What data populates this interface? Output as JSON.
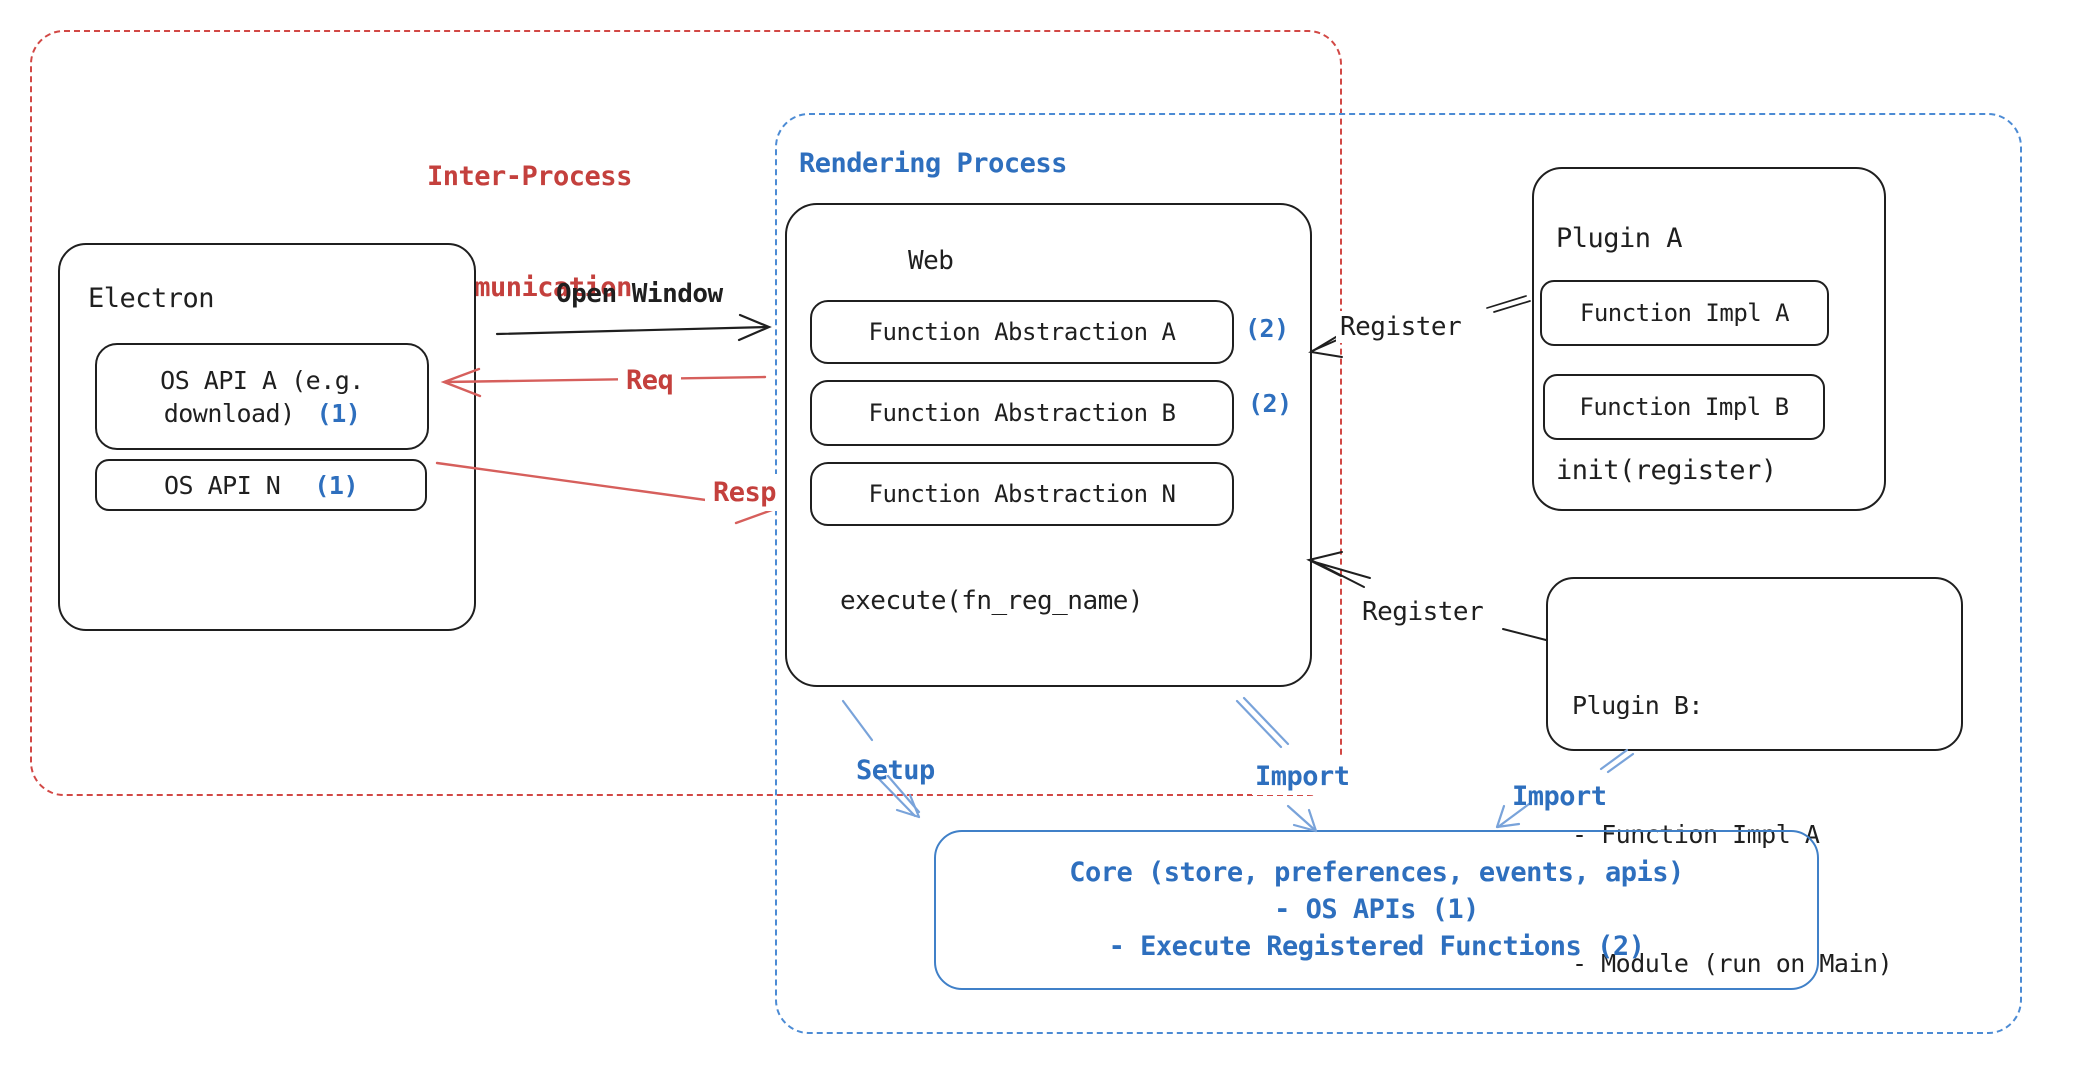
{
  "regions": {
    "ipc": {
      "line1": "Inter-Process",
      "line2": "Communication"
    },
    "rendering": {
      "label": "Rendering Process"
    }
  },
  "electron": {
    "title": "Electron",
    "api_a_line1": "OS API A (e.g.",
    "api_a_line2": "download)",
    "api_a_ref": "(1)",
    "api_n": "OS API N",
    "api_n_ref": "(1)"
  },
  "web": {
    "title": "Web",
    "abstraction_a": "Function Abstraction A",
    "abstraction_a_ref": "(2)",
    "abstraction_b": "Function Abstraction B",
    "abstraction_b_ref": "(2)",
    "abstraction_n": "Function Abstraction N",
    "execute": "execute(fn_reg_name)"
  },
  "plugin_a": {
    "title": "Plugin A",
    "impl_a": "Function Impl A",
    "impl_b": "Function Impl B",
    "init": "init(register)"
  },
  "plugin_b": {
    "title": "Plugin B:",
    "item_1": "- Function Impl A",
    "item_2": "- Module (run on Main)"
  },
  "core": {
    "line1": "Core (store, preferences, events, apis)",
    "line2": "- OS APIs (1)",
    "line3": "- Execute Registered Functions (2)"
  },
  "labels": {
    "open_window": "Open Window",
    "req": "Req",
    "resp": "Resp",
    "register_top": "Register",
    "register_bottom": "Register",
    "setup": "Setup",
    "import_web": "Import",
    "import_plugin": "Import"
  },
  "colors": {
    "ink": "#1f1f1f",
    "red": "#c4403d",
    "red_arrow": "#d65f5c",
    "blue": "#2e6fbe",
    "blue_dash": "#4c8bd4",
    "blue_arrow": "#79a3da"
  }
}
